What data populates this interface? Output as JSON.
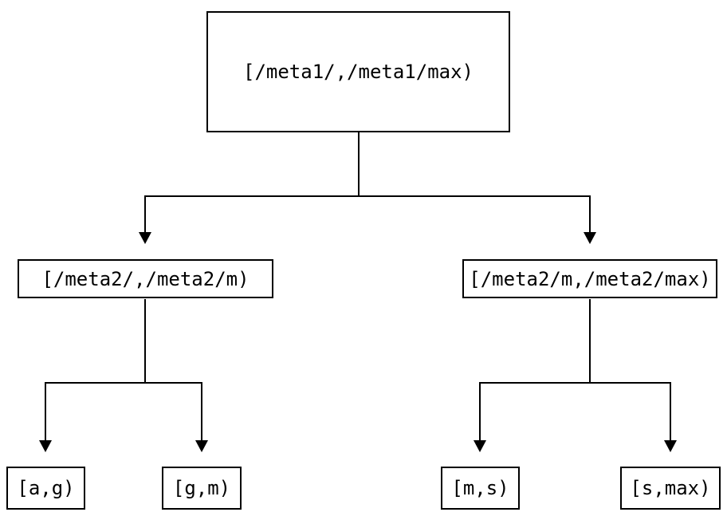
{
  "nodes": {
    "root": {
      "label": "[/meta1/,/meta1/max)"
    },
    "level2": [
      {
        "label": "[/meta2/,/meta2/m)"
      },
      {
        "label": "[/meta2/m,/meta2/max)"
      }
    ],
    "leaves": [
      {
        "label": "[a,g)"
      },
      {
        "label": "[g,m)"
      },
      {
        "label": "[m,s)"
      },
      {
        "label": "[s,max)"
      }
    ]
  },
  "edges": [
    {
      "from": "[/meta1/,/meta1/max)",
      "to": "[/meta2/,/meta2/m)"
    },
    {
      "from": "[/meta1/,/meta1/max)",
      "to": "[/meta2/m,/meta2/max)"
    },
    {
      "from": "[/meta2/,/meta2/m)",
      "to": "[a,g)"
    },
    {
      "from": "[/meta2/,/meta2/m)",
      "to": "[g,m)"
    },
    {
      "from": "[/meta2/m,/meta2/max)",
      "to": "[m,s)"
    },
    {
      "from": "[/meta2/m,/meta2/max)",
      "to": "[s,max)"
    }
  ],
  "colors": {
    "background": "#ffffff",
    "line": "#000000",
    "text": "#000000",
    "node_border": "#000000",
    "node_fill": "#ffffff"
  }
}
